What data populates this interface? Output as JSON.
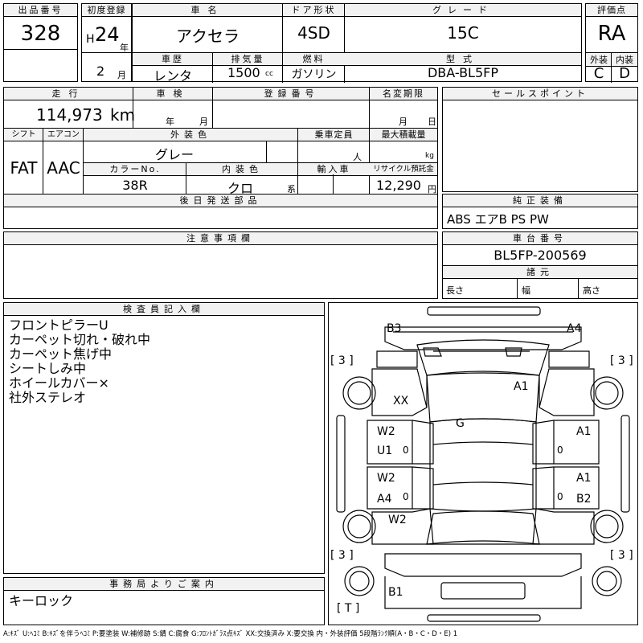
{
  "header": {
    "lot_label": "出品番号",
    "lot_number": "328",
    "first_reg_label": "初度登録",
    "era": "H",
    "year": "24",
    "year_unit": "年",
    "month": "2",
    "month_unit": "月",
    "car_name_label": "車名",
    "car_name": "アクセラ",
    "door_label": "ドア形状",
    "door": "4SD",
    "grade_label": "グレード",
    "grade": "15C",
    "score_label": "評価点",
    "score": "RA",
    "history_label": "車歴",
    "history": "レンタ",
    "displacement_label": "排気量",
    "displacement": "1500",
    "displacement_unit": "cc",
    "fuel_label": "燃料",
    "fuel": "ガソリン",
    "model_label": "型式",
    "model": "DBA-BL5FP",
    "ext_label": "外装",
    "ext_grade": "C",
    "int_label": "内装",
    "int_grade": "D"
  },
  "info": {
    "mileage_label": "走行",
    "mileage": "114,973",
    "mileage_unit": "km",
    "inspection_label": "車検",
    "inspection_year_unit": "年",
    "inspection_month_unit": "月",
    "reg_no_label": "登録番号",
    "deadline_label": "名変期限",
    "deadline_month_unit": "月",
    "deadline_day_unit": "日",
    "shift_label": "シフト",
    "shift": "FAT",
    "ac_label": "エアコン",
    "ac": "AAC",
    "ext_color_label": "外装色",
    "ext_color": "グレー",
    "capacity_label": "乗車定員",
    "capacity_unit": "人",
    "max_load_label": "最大積載量",
    "max_load_unit": "kg",
    "color_no_label": "カラーNo.",
    "color_no": "38R",
    "int_color_label": "内装色",
    "int_color": "クロ",
    "int_color_unit": "系",
    "import_label": "輸入車",
    "recycle_label": "リサイクル預託金",
    "recycle": "12,290",
    "recycle_unit": "円",
    "later_parts_label": "後日発送部品"
  },
  "sales_points": {
    "label": "セールスポイント"
  },
  "equipment": {
    "label": "純正装備",
    "items": "ABS エアB PS PW"
  },
  "notes": {
    "label": "注意事項欄"
  },
  "chassis": {
    "label": "車台番号",
    "number": "BL5FP-200569",
    "dims_label": "諸元",
    "length_label": "長さ",
    "width_label": "幅",
    "height_label": "高さ"
  },
  "inspector": {
    "label": "検査員記入欄",
    "lines": [
      "フロントピラーU",
      "カーペット切れ・破れ中",
      "カーペット焦げ中",
      "シートしみ中",
      "ホイールカバー×",
      "社外ステレオ"
    ]
  },
  "office": {
    "label": "事務局よりご案内",
    "text": "キーロック"
  },
  "diagram": {
    "marks": {
      "b3": "B3",
      "a4_top": "A4",
      "tire_fl": "[ 3 ]",
      "tire_fr": "[ 3 ]",
      "a1_roof": "A1",
      "xx": "XX",
      "g": "G",
      "w2_a": "W2",
      "u1": "U1",
      "o1": "0",
      "a1_right": "A1",
      "o2": "0",
      "w2_b": "W2",
      "a4_left": "A4",
      "o3": "0",
      "a1_right2": "A1",
      "b2": "B2",
      "o4": "0",
      "w2_c": "W2",
      "tire_rl": "[ 3 ]",
      "tire_rr": "[ 3 ]",
      "t": "[ T ]",
      "b1": "B1"
    }
  },
  "legend": "A:ｷｽﾞ U:ﾍｺﾐ B:ｷｽﾞを伴うﾍｺﾐ P:要塗装 W:補修跡 S:錆 C:腐食 G:ﾌﾛﾝﾄｶﾞﾗｽ点ｷｽﾞ XX:交換済み X:要交換 内・外装評価 5段階ﾗﾝｸ順(A・B・C・D・E) 1"
}
